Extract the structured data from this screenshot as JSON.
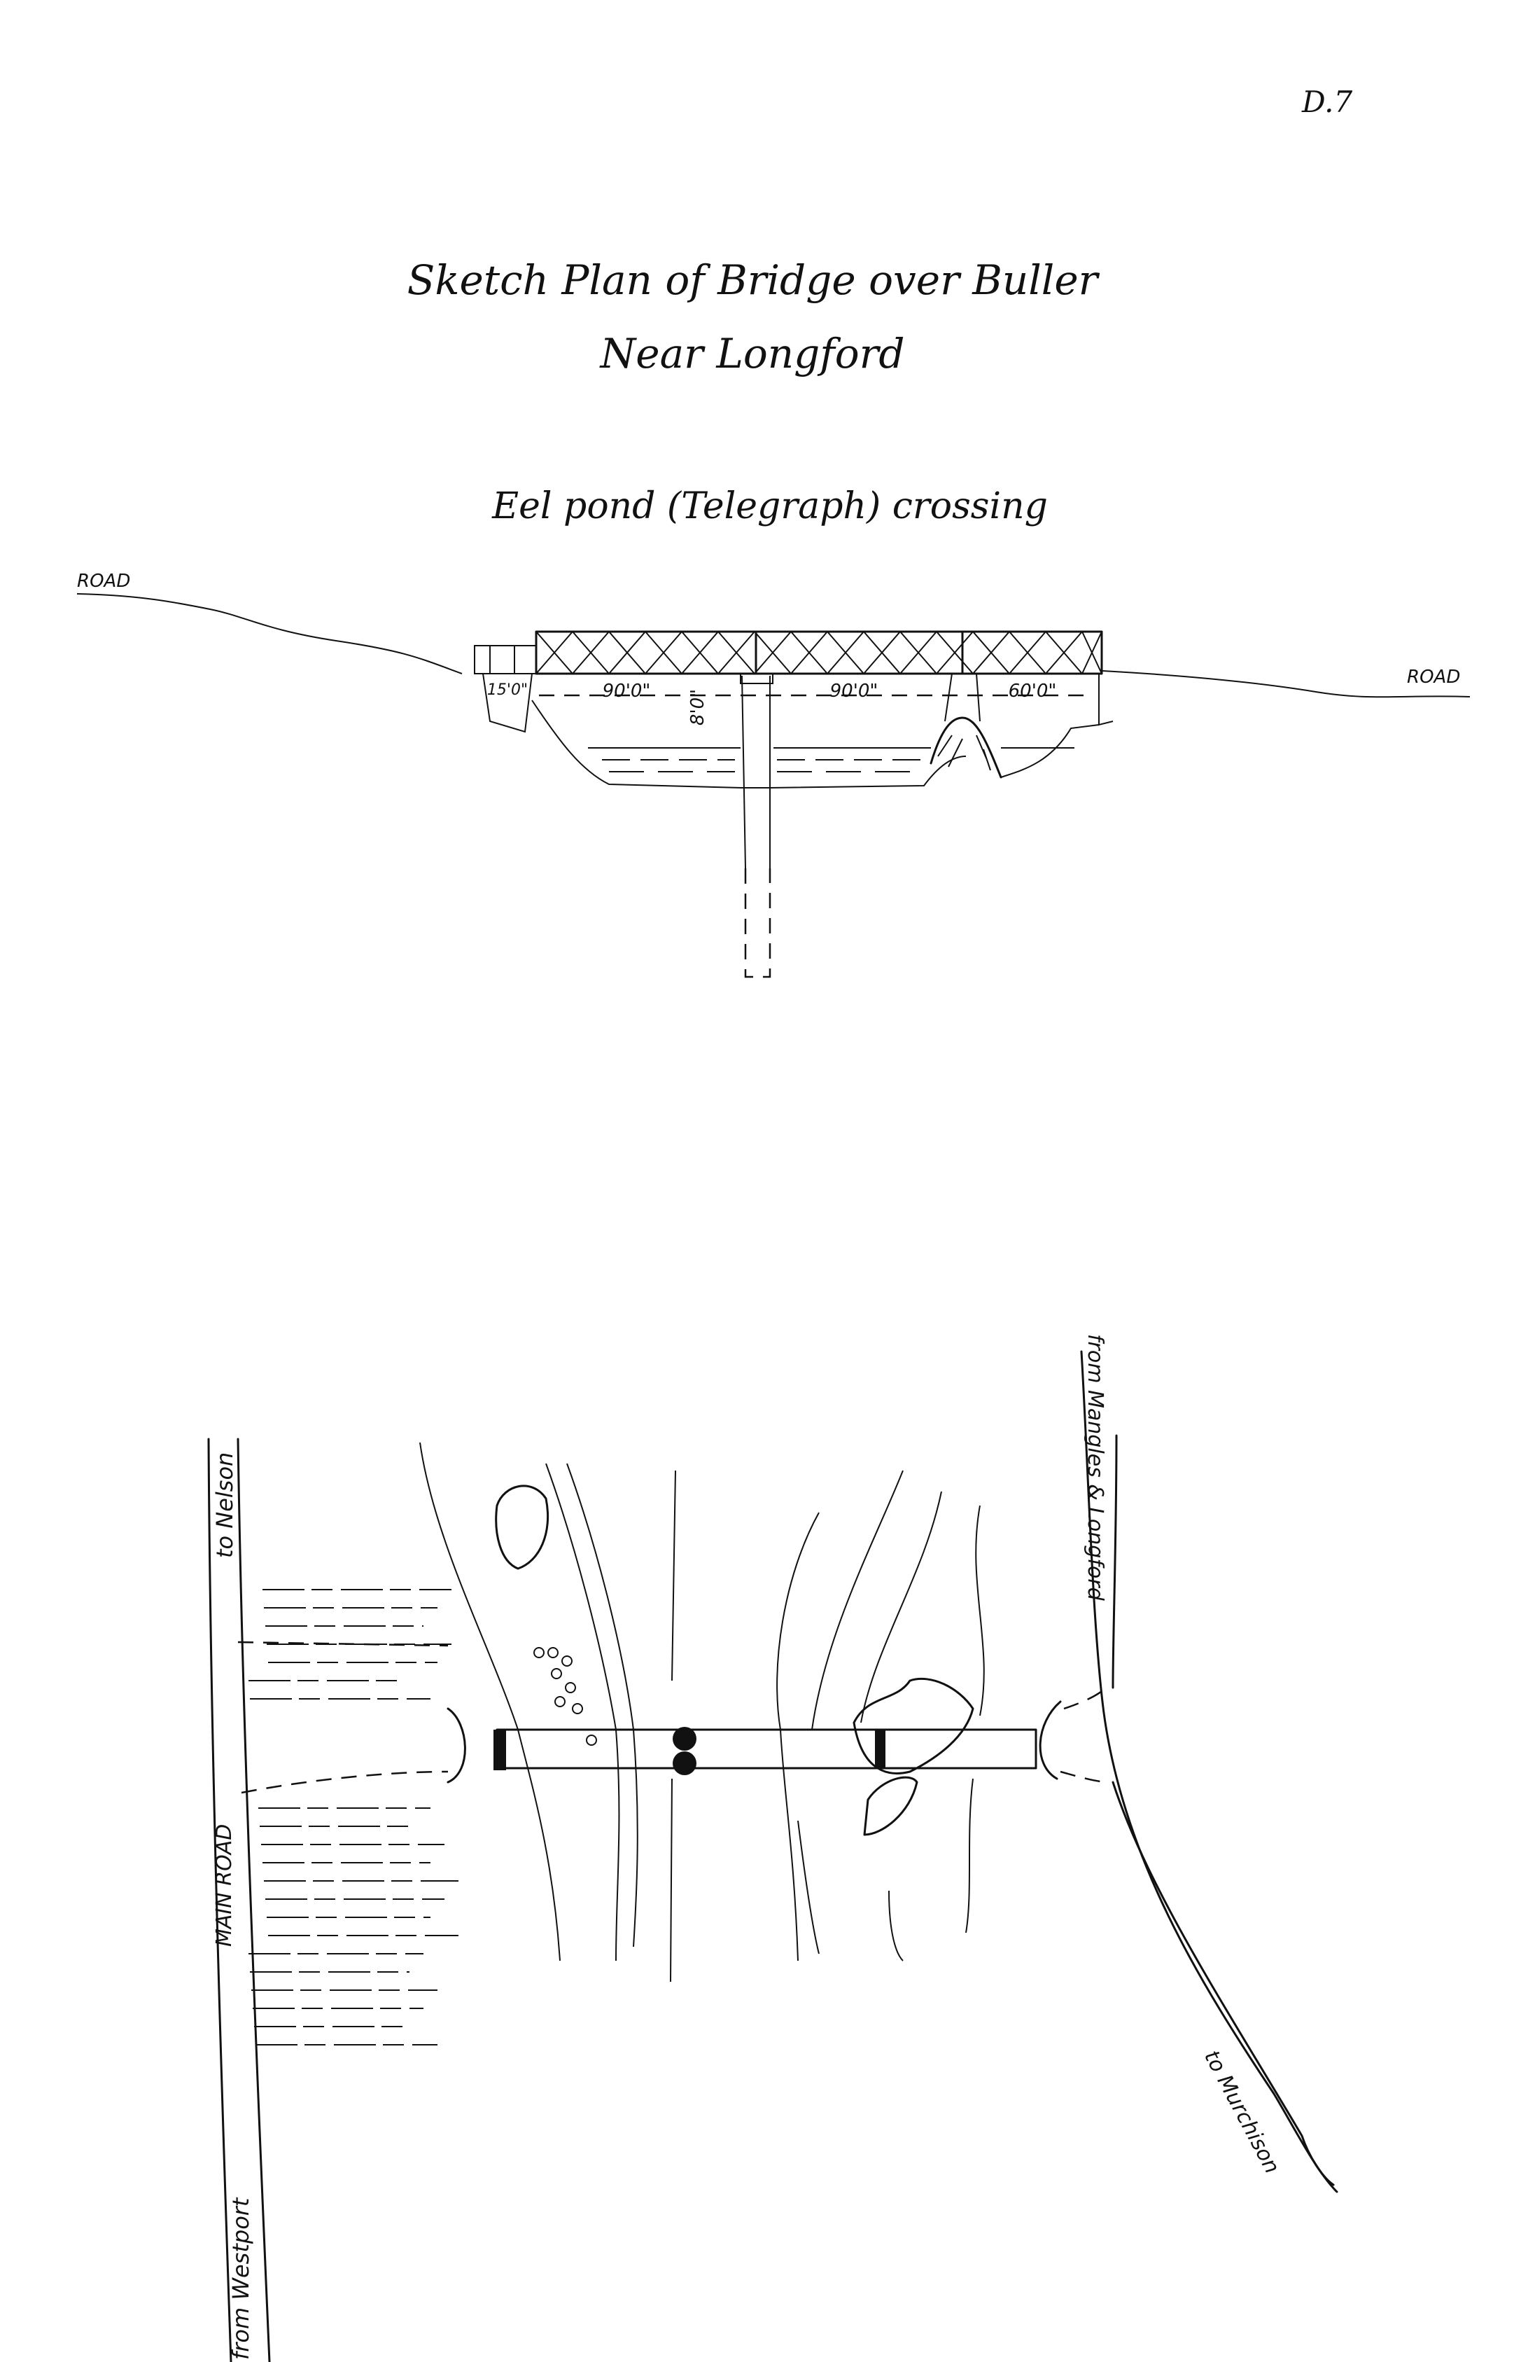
{
  "page_number": "D.7",
  "title": {
    "line1": "Sketch Plan of Bridge over Buller",
    "line2": "Near Longford"
  },
  "elevation": {
    "subtitle": "Eel pond (Telegraph) crossing",
    "road_left": "ROAD",
    "road_right": "ROAD",
    "spans": [
      "15'0\"",
      "90'0\"",
      "90'0\"",
      "60'0\""
    ],
    "pier_height": "8'0\""
  },
  "plan": {
    "to_nelson": "to Nelson",
    "main_road": "MAIN   ROAD",
    "from_westport": "from Westport",
    "from_mangles": "from Mangles & Longford",
    "to_murchison": "to Murchison"
  }
}
